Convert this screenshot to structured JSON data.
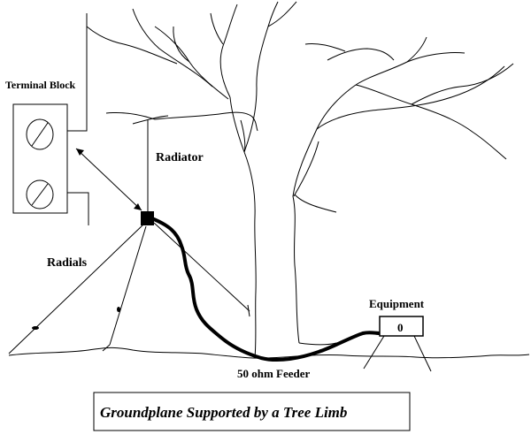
{
  "labels": {
    "terminal_block": "Terminal Block",
    "radiator": "Radiator",
    "radials": "Radials",
    "equipment": "Equipment",
    "equipment_connector": "0",
    "feeder": "50 ohm Feeder"
  },
  "title": "Groundplane Supported by a Tree Limb"
}
